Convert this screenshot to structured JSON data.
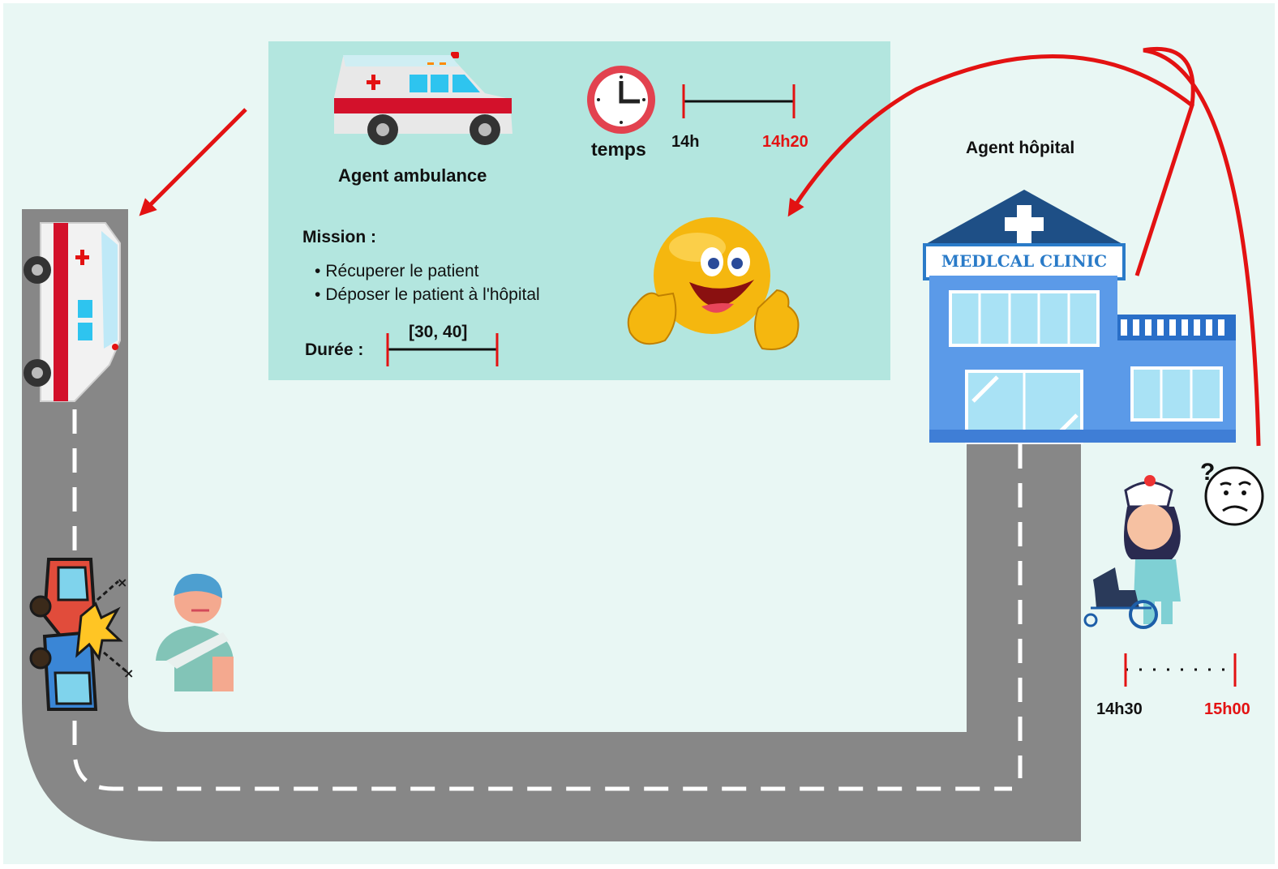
{
  "scenario": {
    "ambulance_agent_label": "Agent ambulance",
    "time_label": "temps",
    "ambulance_time_start": "14h",
    "ambulance_time_end": "14h20",
    "mission_heading": "Mission :",
    "mission_items": [
      "Récuperer le patient",
      "Déposer le patient à l'hôpital"
    ],
    "duration_label": "Durée :",
    "duration_range": "[30, 40]",
    "hospital_agent_label": "Agent hôpital",
    "hospital_sign_text": "MEDLCAL CLINIC",
    "hospital_time_start": "14h30",
    "hospital_time_end": "15h00"
  },
  "icons": [
    "ambulance-icon",
    "clock-icon",
    "thumbs-up-smiley-icon",
    "hospital-icon",
    "ambulance-topdown-icon",
    "car-crash-icon",
    "injured-patient-icon",
    "nurse-wheelchair-icon",
    "confused-face-icon"
  ],
  "colors": {
    "accent_red": "#e31212",
    "panel": "#b3e6df",
    "background": "#e9f7f4",
    "road": "#878787"
  }
}
